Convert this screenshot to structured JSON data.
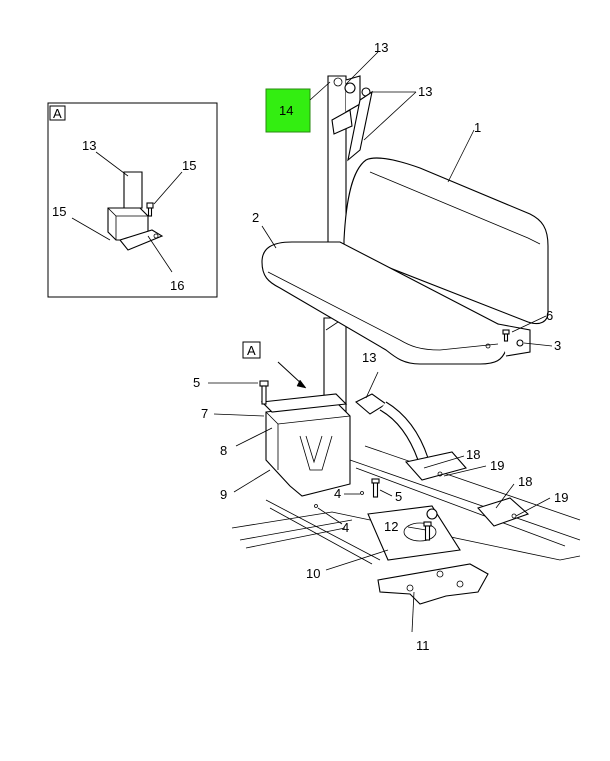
{
  "callouts": {
    "c1": "1",
    "c2": "2",
    "c3": "3",
    "c4a": "4",
    "c4b": "4",
    "c5a": "5",
    "c5b": "5",
    "c6": "6",
    "c7": "7",
    "c8": "8",
    "c9": "9",
    "c10": "10",
    "c11": "11",
    "c12": "12",
    "c13a": "13",
    "c13b": "13",
    "c13c": "13",
    "c14": "14",
    "c18a": "18",
    "c18b": "18",
    "c19a": "19",
    "c19b": "19"
  },
  "detail": {
    "letter": "A",
    "c13": "13",
    "c15a": "15",
    "c15b": "15",
    "c16": "16"
  },
  "view_marker": "A",
  "highlight_color": "#33ee11"
}
